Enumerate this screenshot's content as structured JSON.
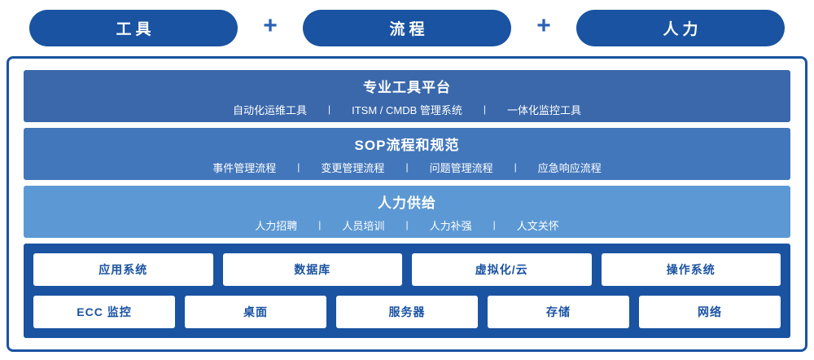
{
  "plus": "+",
  "separator": "|",
  "pills": [
    "工具",
    "流程",
    "人力"
  ],
  "layers": [
    {
      "title": "专业工具平台",
      "items": [
        "自动化运维工具",
        "ITSM / CMDB 管理系统",
        "一体化监控工具"
      ]
    },
    {
      "title": "SOP流程和规范",
      "items": [
        "事件管理流程",
        "变更管理流程",
        "问题管理流程",
        "应急响应流程"
      ]
    },
    {
      "title": "人力供给",
      "items": [
        "人力招聘",
        "人员培训",
        "人力补强",
        "人文关怀"
      ]
    }
  ],
  "foundation": {
    "rows": [
      [
        "应用系统",
        "数据库",
        "虚拟化/云",
        "操作系统"
      ],
      [
        "ECC 监控",
        "桌面",
        "服务器",
        "存储",
        "网络"
      ]
    ]
  },
  "colors": {
    "navy": "#1a53a1",
    "layer1": "#3a68ab",
    "layer2": "#4377bc",
    "layer3": "#5c99d4",
    "plus": "#2a62b5",
    "text_on_blue": "#ffffff"
  }
}
